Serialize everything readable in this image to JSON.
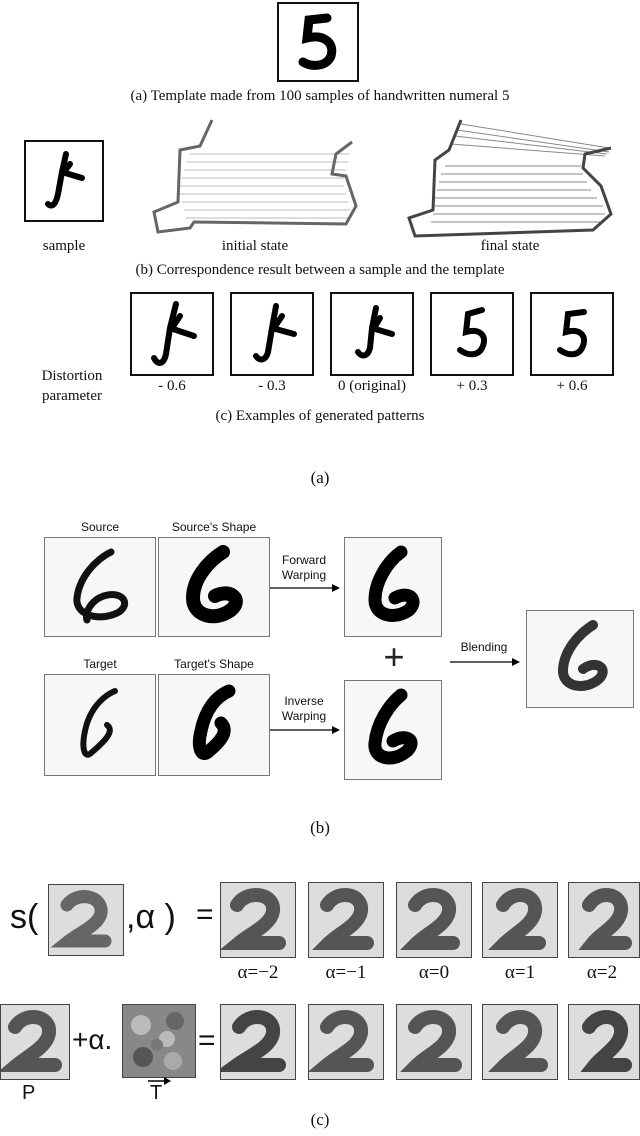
{
  "panel_a": {
    "caption_template": "(a) Template made from 100 samples of handwritten numeral 5",
    "label_sample": "sample",
    "label_initial": "initial state",
    "label_final": "final state",
    "caption_correspondence": "(b) Correspondence result between a sample and the template",
    "distortion_label_line1": "Distortion",
    "distortion_label_line2": "parameter",
    "distortion_values": [
      "- 0.6",
      "- 0.3",
      "0 (original)",
      "+ 0.3",
      "+ 0.6"
    ],
    "caption_generated": "(c) Examples of generated patterns",
    "panel_label": "(a)"
  },
  "panel_b": {
    "label_source": "Source",
    "label_source_shape": "Source's Shape",
    "label_forward_1": "Forward",
    "label_forward_2": "Warping",
    "label_target": "Target",
    "label_target_shape": "Target's Shape",
    "label_inverse_1": "Inverse",
    "label_inverse_2": "Warping",
    "label_blending": "Blending",
    "plus_sign": "+",
    "panel_label": "(b)"
  },
  "panel_c": {
    "s_prefix": "s(",
    "comma_alpha": ",α )",
    "equals": "=",
    "alpha_values": [
      "α=−2",
      "α=−1",
      "α=0",
      "α=1",
      "α=2"
    ],
    "plus_alpha": "+α.",
    "label_p": "P",
    "label_t": "T",
    "panel_label": "(c)"
  }
}
